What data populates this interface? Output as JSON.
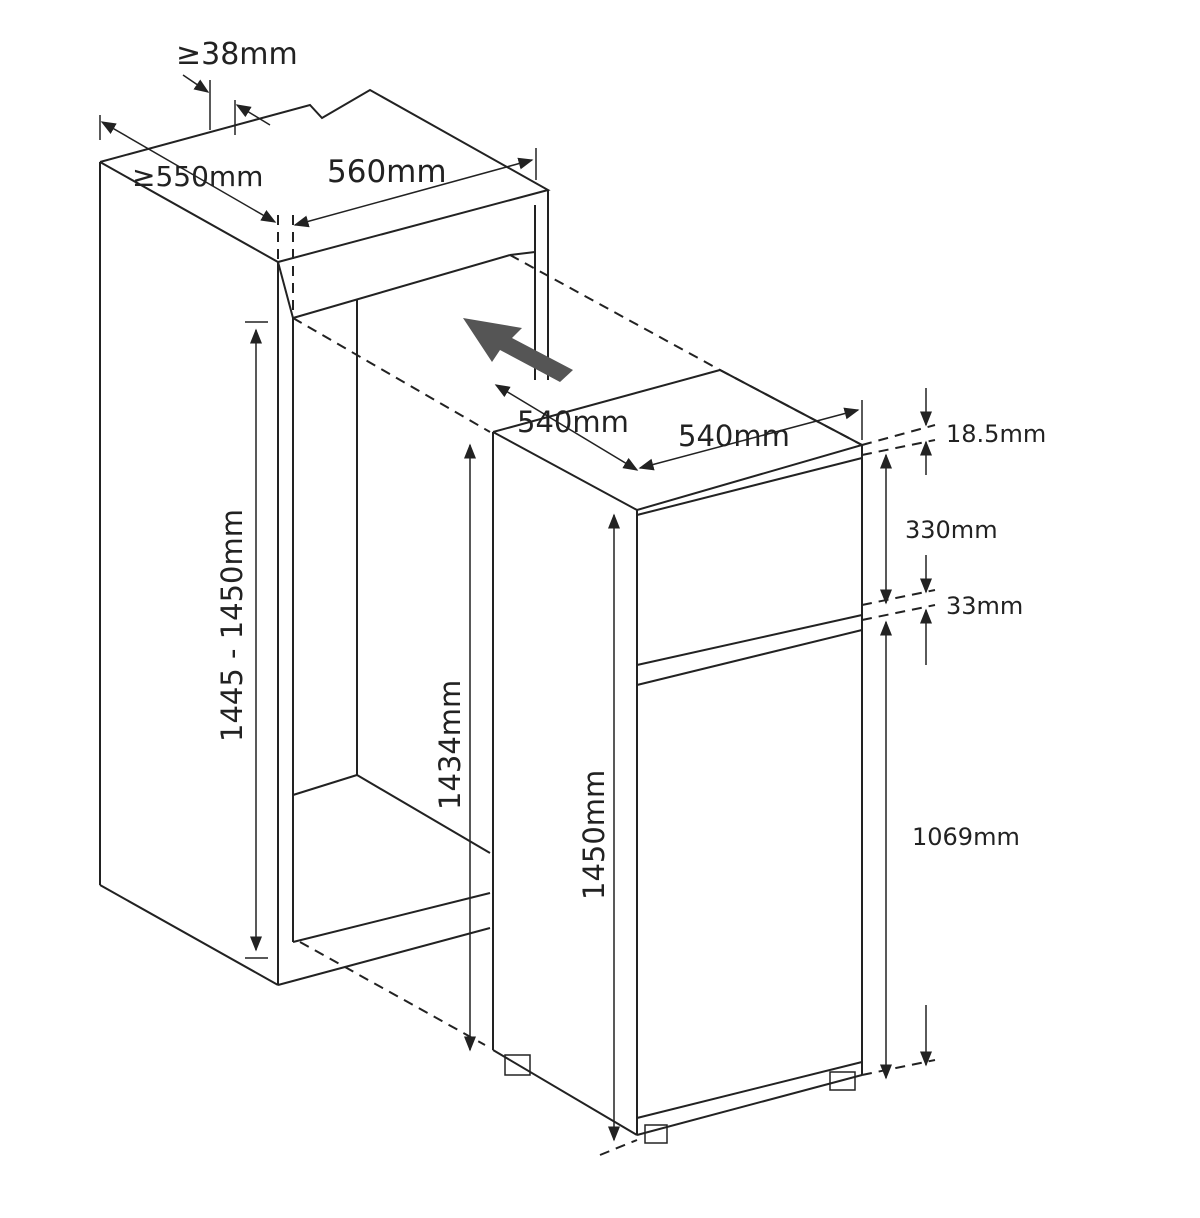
{
  "labels": {
    "min_gap_top": "≥38mm",
    "min_depth": "≥550mm",
    "cabinet_width": "560mm",
    "cabinet_height": "1445 - 1450mm",
    "appliance_depth": "540mm",
    "appliance_width": "540mm",
    "appliance_side_height": "1434mm",
    "appliance_height": "1450mm",
    "top_gap": "18.5mm",
    "freezer_door_height": "330mm",
    "door_gap": "33mm",
    "fridge_door_height": "1069mm"
  },
  "colors": {
    "line": "#222222",
    "arrow": "#555555"
  }
}
